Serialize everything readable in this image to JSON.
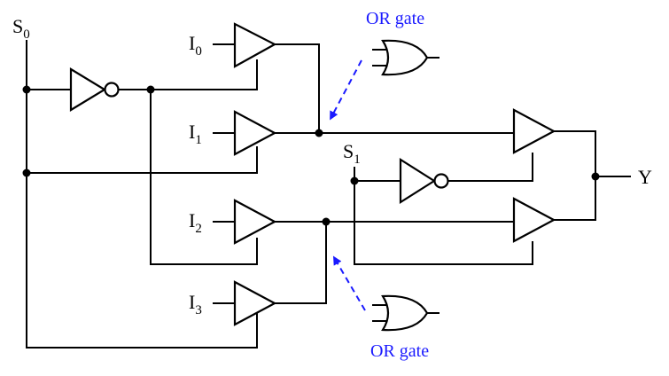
{
  "colors": {
    "wire": "#000000",
    "annotation": "#1a1aff"
  },
  "inputs": [
    {
      "letter": "I",
      "sub": "0"
    },
    {
      "letter": "I",
      "sub": "1"
    },
    {
      "letter": "I",
      "sub": "2"
    },
    {
      "letter": "I",
      "sub": "3"
    }
  ],
  "selects": [
    {
      "letter": "S",
      "sub": "0"
    },
    {
      "letter": "S",
      "sub": "1"
    }
  ],
  "output": {
    "label": "Y"
  },
  "annotations": {
    "top": "OR gate",
    "bottom": "OR gate"
  }
}
